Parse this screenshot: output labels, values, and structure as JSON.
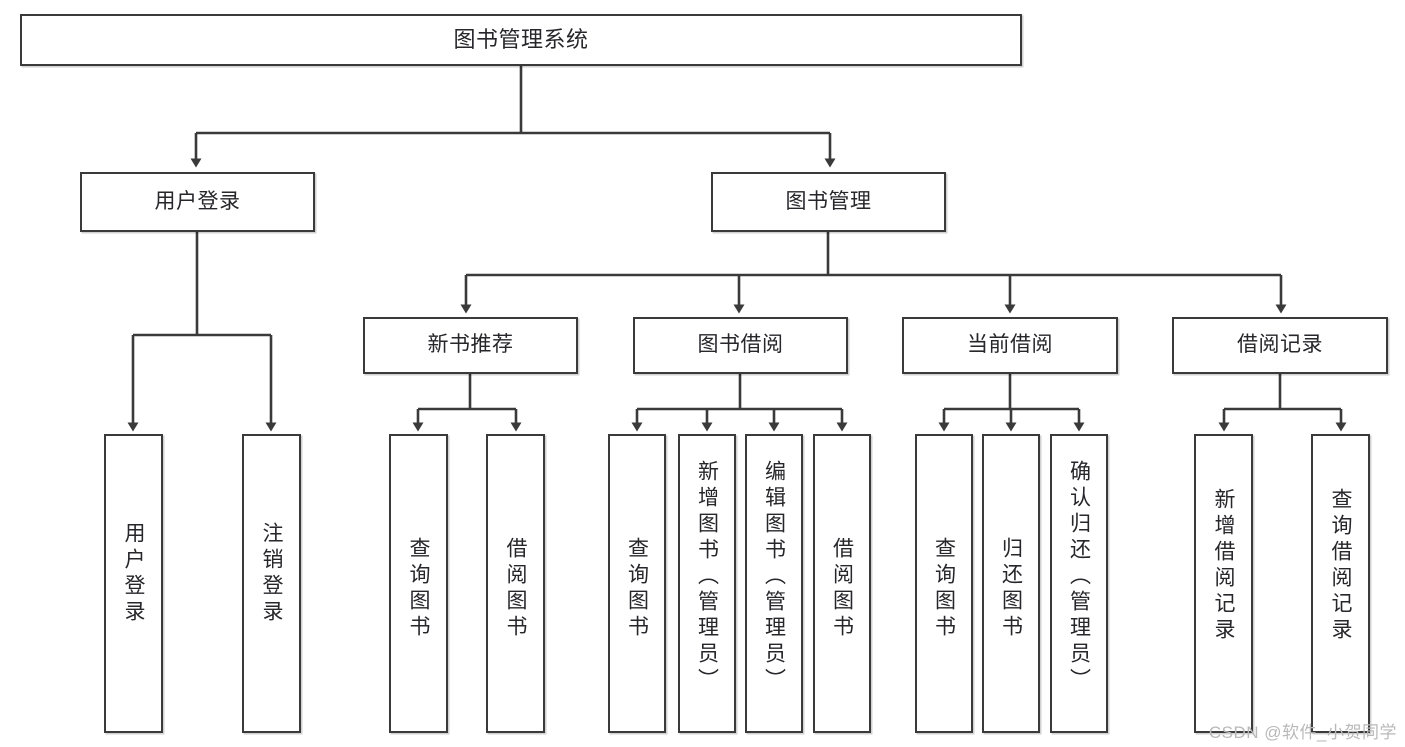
{
  "diagram": {
    "title": "图书管理系统",
    "type": "hierarchy-tree",
    "watermark": "CSDN @软件_小贺同学",
    "colors": {
      "box_border": "#3a3a3a",
      "box_fill": "#ffffff",
      "text": "#26262b",
      "edge": "#3a3a3a",
      "background": "#ffffff",
      "watermark": "#b9b9b9"
    },
    "levels": {
      "root": "图书管理系统",
      "level2": [
        "用户登录",
        "图书管理"
      ],
      "level3": [
        "新书推荐",
        "图书借阅",
        "当前借阅",
        "借阅记录"
      ]
    },
    "nodes": {
      "root": {
        "label": "图书管理系统"
      },
      "user_login": {
        "label": "用户登录"
      },
      "book_manage": {
        "label": "图书管理"
      },
      "new_book_rec": {
        "label": "新书推荐"
      },
      "book_borrow": {
        "label": "图书借阅"
      },
      "current_borrow": {
        "label": "当前借阅"
      },
      "borrow_record": {
        "label": "借阅记录"
      },
      "leaf_user_login": {
        "label": "用户登录"
      },
      "leaf_logout": {
        "label": "注销登录"
      },
      "leaf_query_book_1": {
        "label": "查询图书"
      },
      "leaf_borrow_book_1": {
        "label": "借阅图书"
      },
      "leaf_query_book_2": {
        "label": "查询图书"
      },
      "leaf_add_book_admin": {
        "label": "新增图书（管理员）"
      },
      "leaf_edit_book_admin": {
        "label": "编辑图书（管理员）"
      },
      "leaf_borrow_book_2": {
        "label": "借阅图书"
      },
      "leaf_query_book_3": {
        "label": "查询图书"
      },
      "leaf_return_book": {
        "label": "归还图书"
      },
      "leaf_confirm_return_admin": {
        "label": "确认归还（管理员）"
      },
      "leaf_add_borrow_record": {
        "label": "新增借阅记录"
      },
      "leaf_query_borrow_record": {
        "label": "查询借阅记录"
      }
    },
    "edges": [
      {
        "from": "root",
        "to": "user_login"
      },
      {
        "from": "root",
        "to": "book_manage"
      },
      {
        "from": "user_login",
        "to": "leaf_user_login"
      },
      {
        "from": "user_login",
        "to": "leaf_logout"
      },
      {
        "from": "book_manage",
        "to": "new_book_rec"
      },
      {
        "from": "book_manage",
        "to": "book_borrow"
      },
      {
        "from": "book_manage",
        "to": "current_borrow"
      },
      {
        "from": "book_manage",
        "to": "borrow_record"
      },
      {
        "from": "new_book_rec",
        "to": "leaf_query_book_1"
      },
      {
        "from": "new_book_rec",
        "to": "leaf_borrow_book_1"
      },
      {
        "from": "book_borrow",
        "to": "leaf_query_book_2"
      },
      {
        "from": "book_borrow",
        "to": "leaf_add_book_admin"
      },
      {
        "from": "book_borrow",
        "to": "leaf_edit_book_admin"
      },
      {
        "from": "book_borrow",
        "to": "leaf_borrow_book_2"
      },
      {
        "from": "current_borrow",
        "to": "leaf_query_book_3"
      },
      {
        "from": "current_borrow",
        "to": "leaf_return_book"
      },
      {
        "from": "current_borrow",
        "to": "leaf_confirm_return_admin"
      },
      {
        "from": "borrow_record",
        "to": "leaf_add_borrow_record"
      },
      {
        "from": "borrow_record",
        "to": "leaf_query_borrow_record"
      }
    ]
  }
}
